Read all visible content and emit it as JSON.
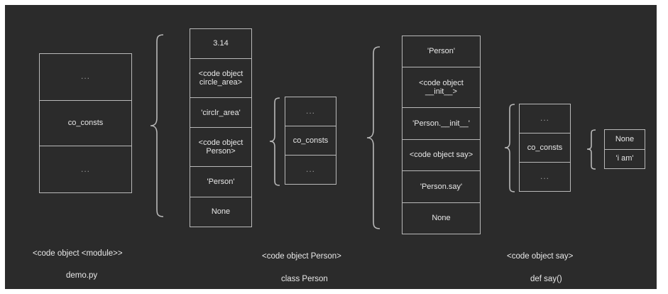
{
  "diagram": {
    "title": "python code object co_consts diagram",
    "background_color": "#2b2b2b",
    "stroke_color": "#b9b9b9",
    "text_color": "#e8e8e8",
    "groups": [
      {
        "id": "module",
        "code_object_label": "<code object <module>>",
        "source_label": "demo.py",
        "owner_box": {
          "rows": [
            {
              "text": "...",
              "kind": "ellipsis"
            },
            {
              "text": "co_consts",
              "kind": "field"
            },
            {
              "text": "...",
              "kind": "ellipsis"
            }
          ]
        },
        "consts_box": {
          "rows": [
            {
              "text": "3.14"
            },
            {
              "text": "<code object\ncircle_area>"
            },
            {
              "text": "'circlr_area'"
            },
            {
              "text": "<code object\nPerson>"
            },
            {
              "text": "'Person'"
            },
            {
              "text": "None"
            }
          ]
        }
      },
      {
        "id": "person",
        "code_object_label": "<code object Person>",
        "source_label": "class Person",
        "owner_box": {
          "rows": [
            {
              "text": "...",
              "kind": "ellipsis"
            },
            {
              "text": "co_consts",
              "kind": "field"
            },
            {
              "text": "...",
              "kind": "ellipsis"
            }
          ]
        },
        "consts_box": {
          "rows": [
            {
              "text": "'Person'"
            },
            {
              "text": "<code object\n__init__>"
            },
            {
              "text": "'Person.__init__'"
            },
            {
              "text": "<code object say>"
            },
            {
              "text": "'Person.say'"
            },
            {
              "text": "None"
            }
          ]
        }
      },
      {
        "id": "say",
        "code_object_label": "<code object say>",
        "source_label": "def say()",
        "owner_box": {
          "rows": [
            {
              "text": "...",
              "kind": "ellipsis"
            },
            {
              "text": "co_consts",
              "kind": "field"
            },
            {
              "text": "...",
              "kind": "ellipsis"
            }
          ]
        },
        "consts_box": {
          "rows": [
            {
              "text": "None"
            },
            {
              "text": "'i am'"
            }
          ]
        }
      }
    ]
  }
}
